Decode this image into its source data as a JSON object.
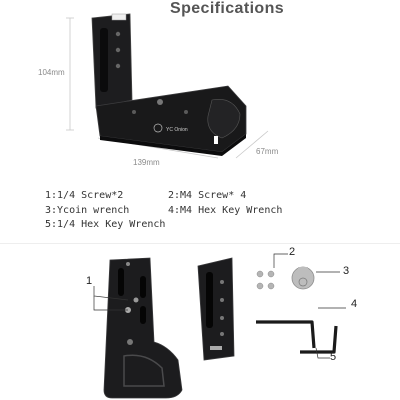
{
  "title": "Specifications",
  "dimensions": {
    "height": "104mm",
    "width": "139mm",
    "depth": "67mm"
  },
  "brand": {
    "logo_text": "YC Onion"
  },
  "parts": [
    {
      "label": "1:1/4 Screw*2"
    },
    {
      "label": "2:M4 Screw* 4"
    },
    {
      "label": "3:Ycoin wrench"
    },
    {
      "label": "4:M4 Hex Key Wrench"
    },
    {
      "label": "5:1/4 Hex Key Wrench"
    }
  ],
  "callouts": [
    "1",
    "2",
    "3",
    "4",
    "5"
  ],
  "colors": {
    "metal": "#1c1c1e",
    "metal_edge": "#3a3a3c",
    "silver": "#c8c8c8",
    "text": "#333333"
  }
}
